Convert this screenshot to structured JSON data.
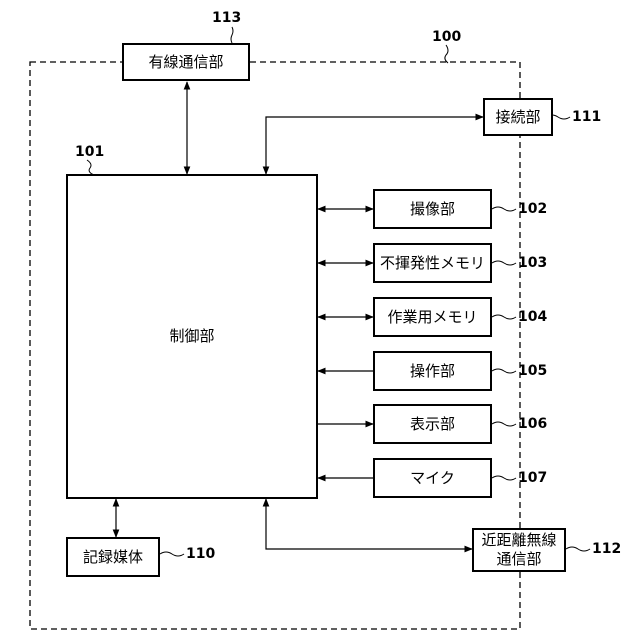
{
  "device": {
    "ref": "100"
  },
  "control_unit": {
    "label": "制御部",
    "ref": "101"
  },
  "wired_comm": {
    "label": "有線通信部",
    "ref": "113"
  },
  "connection": {
    "label": "接続部",
    "ref": "111"
  },
  "imaging": {
    "label": "撮像部",
    "ref": "102"
  },
  "nonvolatile_memory": {
    "label": "不揮発性メモリ",
    "ref": "103"
  },
  "work_memory": {
    "label": "作業用メモリ",
    "ref": "104"
  },
  "operation": {
    "label": "操作部",
    "ref": "105"
  },
  "display": {
    "label": "表示部",
    "ref": "106"
  },
  "microphone": {
    "label": "マイク",
    "ref": "107"
  },
  "recording_medium": {
    "label": "記録媒体",
    "ref": "110"
  },
  "nfc_comm": {
    "label": "近距離無線\n通信部",
    "ref": "112"
  }
}
